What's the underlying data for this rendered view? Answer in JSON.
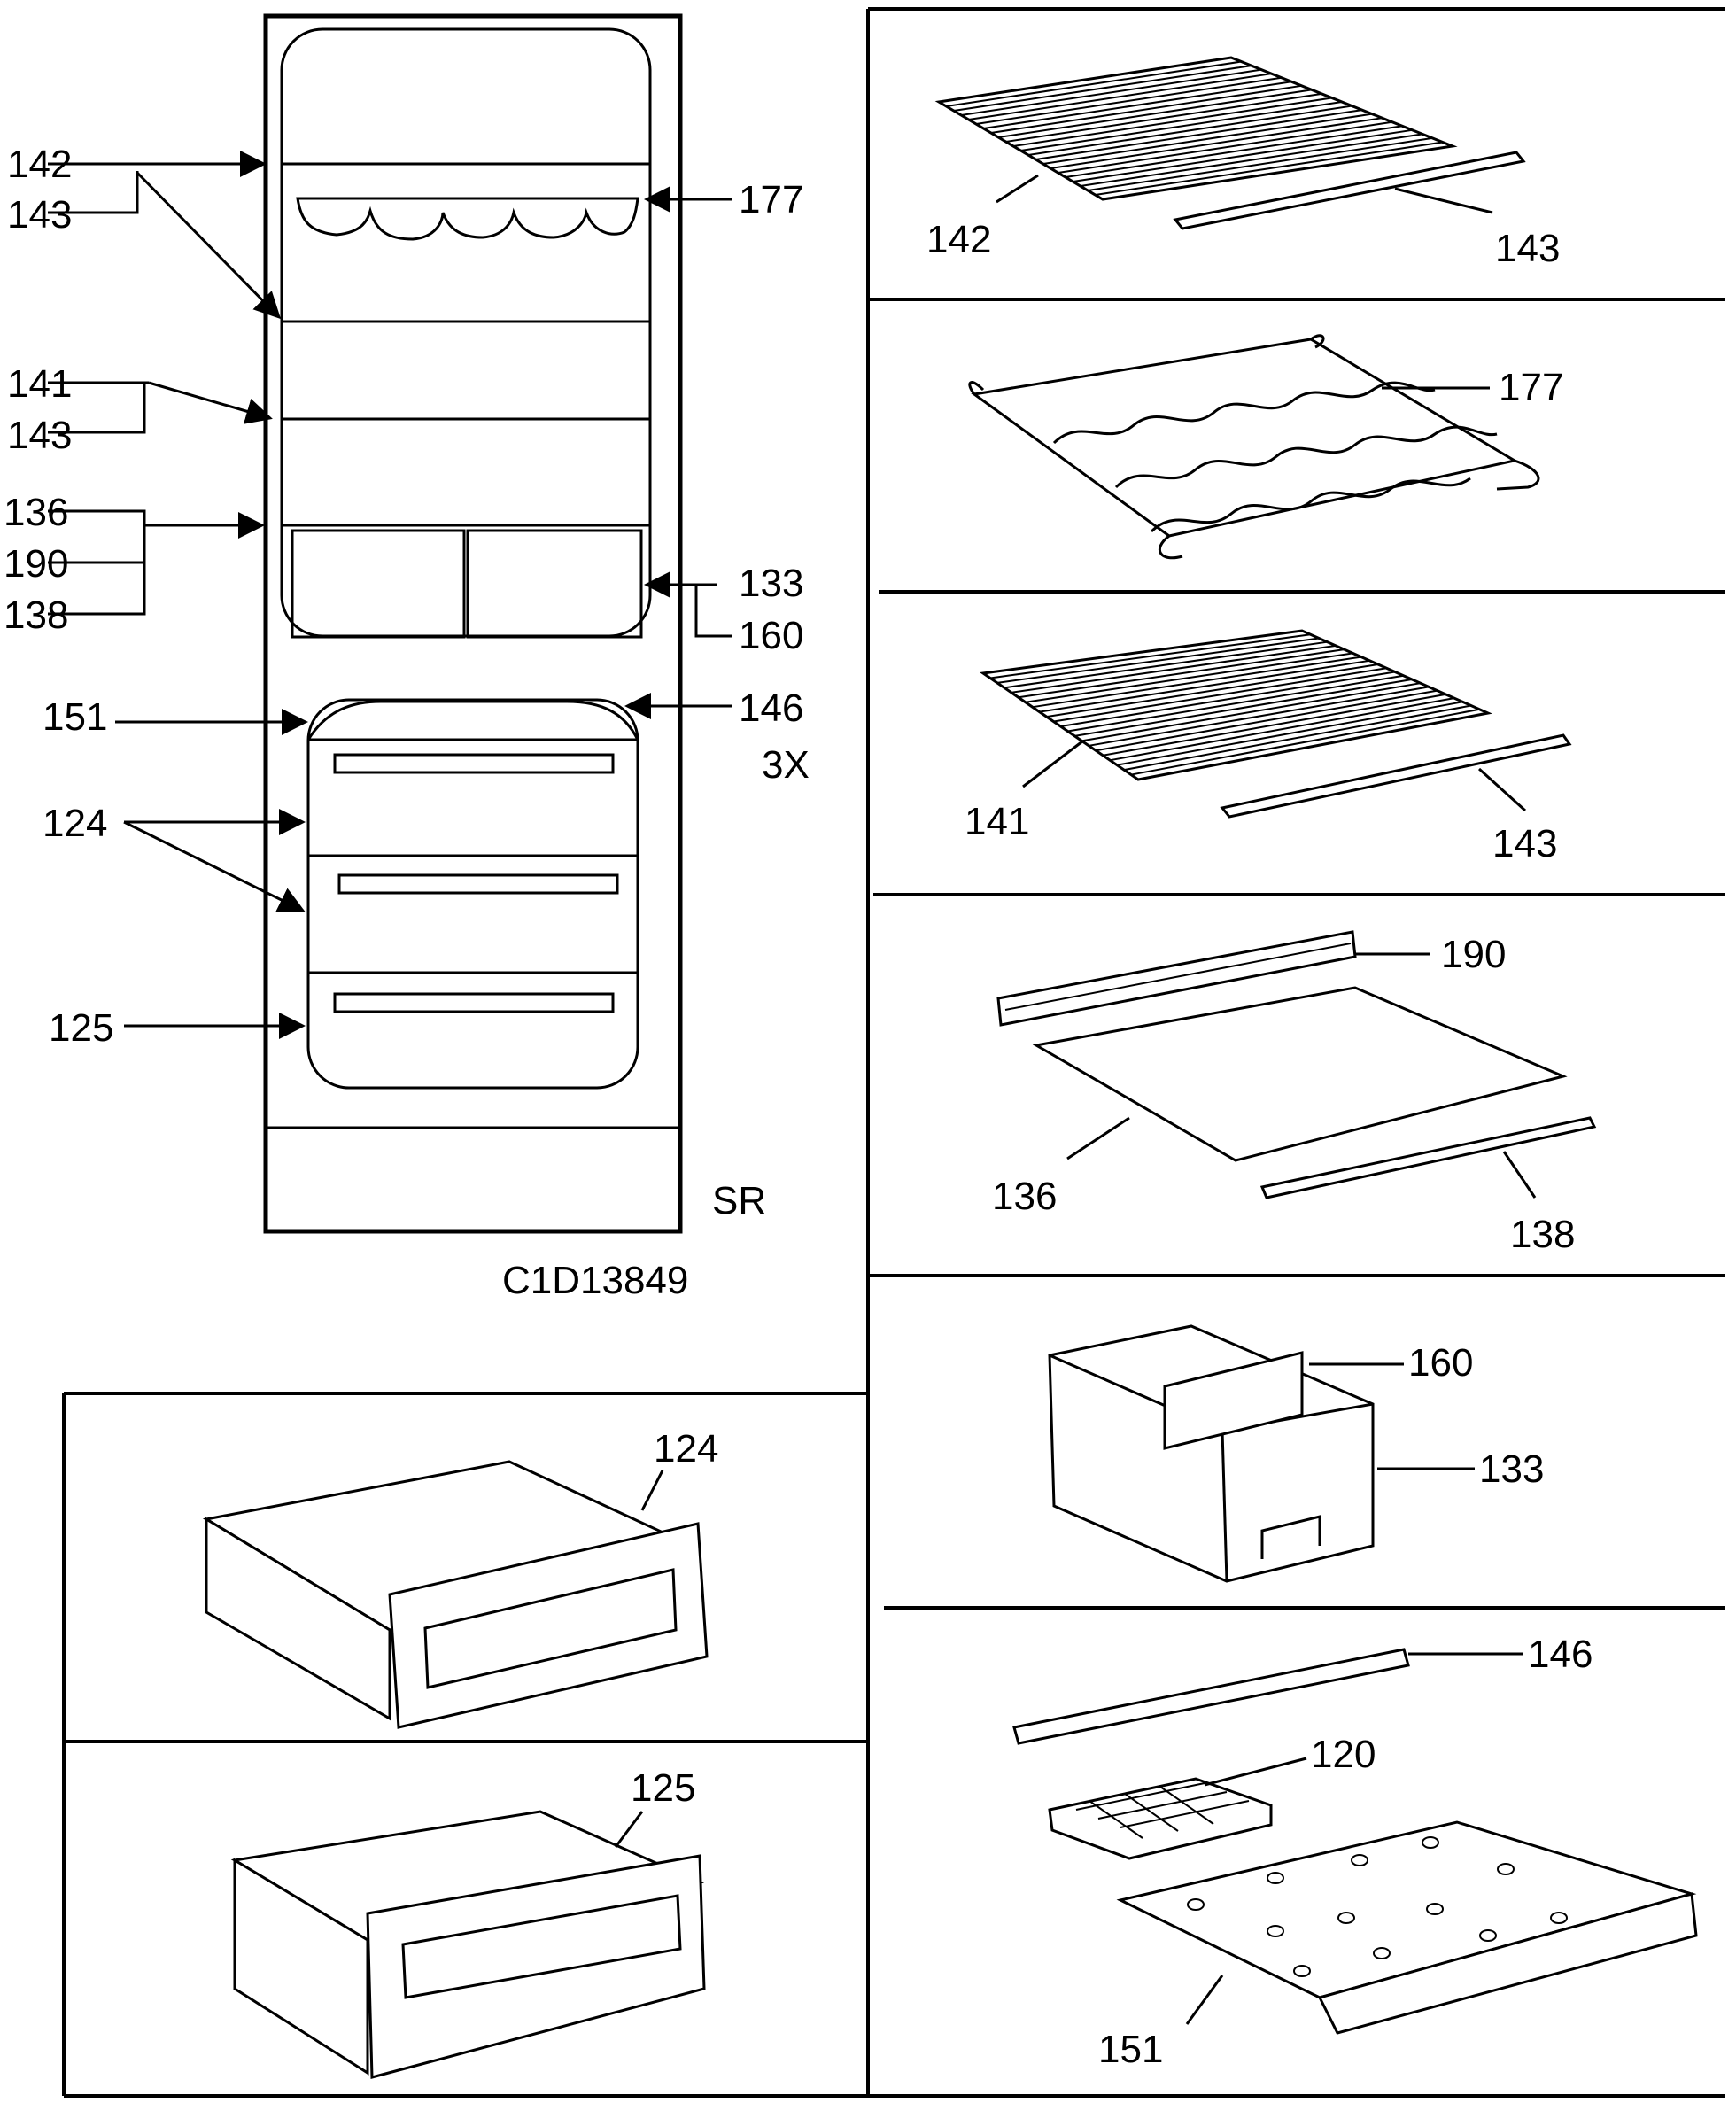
{
  "overview": {
    "left_labels": {
      "l142": "142",
      "l143a": "143",
      "l141": "141",
      "l143b": "143",
      "l136": "136",
      "l190": "190",
      "l138": "138",
      "l151": "151",
      "l124": "124",
      "l125": "125"
    },
    "right_labels": {
      "r177": "177",
      "r133": "133",
      "r160": "160",
      "r146": "146",
      "r3x": "3X"
    },
    "variant": "SR",
    "drawing_code": "C1D13849"
  },
  "panels": {
    "p142": {
      "a": "142",
      "b": "143"
    },
    "p177": {
      "a": "177"
    },
    "p141": {
      "a": "141",
      "b": "143"
    },
    "p136": {
      "a": "190",
      "b": "136",
      "c": "138"
    },
    "p133": {
      "a": "160",
      "b": "133"
    },
    "p151": {
      "a": "146",
      "b": "120",
      "c": "151"
    },
    "p124": {
      "a": "124"
    },
    "p125": {
      "a": "125"
    }
  }
}
